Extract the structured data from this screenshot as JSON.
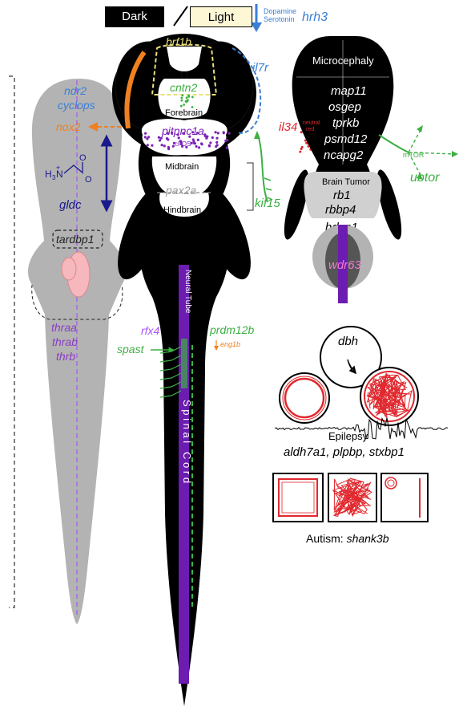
{
  "header": {
    "dark": "Dark",
    "light": "Light",
    "dopamine": "Dopamine",
    "serotonin": "Serotonin",
    "receptor": "hrh3"
  },
  "left_larva": {
    "ndr2": "ndr2",
    "cyclops": "cyclops",
    "nox2": "nox2",
    "gldc": "gldc",
    "tardbp1": "tardbp1",
    "thraa": "thraa",
    "thrab": "thrab",
    "thrb": "thrb",
    "formula_h3n": "H",
    "formula_sub3": "3",
    "formula_n": "N",
    "formula_plus": "+",
    "formula_o": "O",
    "formula_ominus": "O"
  },
  "center_larva": {
    "brf1b": "brf1b",
    "il7r": "il7r",
    "cntn2": "cntn2",
    "forebrain": "Forebrain",
    "pitpnc1a": "pitpnc1a",
    "cfos": "cFOS",
    "midbrain": "Midbrain",
    "pax2a": "pax2a",
    "hindbrain": "Hindbrain",
    "kif15": "kif15",
    "neural_tube": "Neural Tube",
    "rfx4": "rfx4",
    "spast": "spast",
    "prdm12b": "prdm12b",
    "eng1b": "eng1b",
    "spinal_cord": "S p i n a l   C o r d"
  },
  "right_brain": {
    "title": "Microcephaly",
    "genes": [
      "map11",
      "osgep",
      "tprkb",
      "psmd12",
      "ncapg2"
    ],
    "il34": "il34",
    "neutral": "neutral",
    "red": "red",
    "mtor": "mTOR",
    "ubtor": "ubtor",
    "tumor_title": "Brain Tumor",
    "tumor_genes": [
      "rb1",
      "rbbp4",
      "hdac1"
    ],
    "wdr63": "wdr63"
  },
  "epilepsy": {
    "dbh": "dbh",
    "label": "Epilepsy",
    "genes": "aldh7a1, plpbp, stxbp1"
  },
  "autism": {
    "label": "Autism: ",
    "gene": "shank3b"
  },
  "colors": {
    "blue": "#3a7fd5",
    "green": "#3cb043",
    "purple": "#7b22b8",
    "orange": "#f08020",
    "red": "#e0282e",
    "navy": "#1a1a8c",
    "pink": "#f6b7bd"
  }
}
